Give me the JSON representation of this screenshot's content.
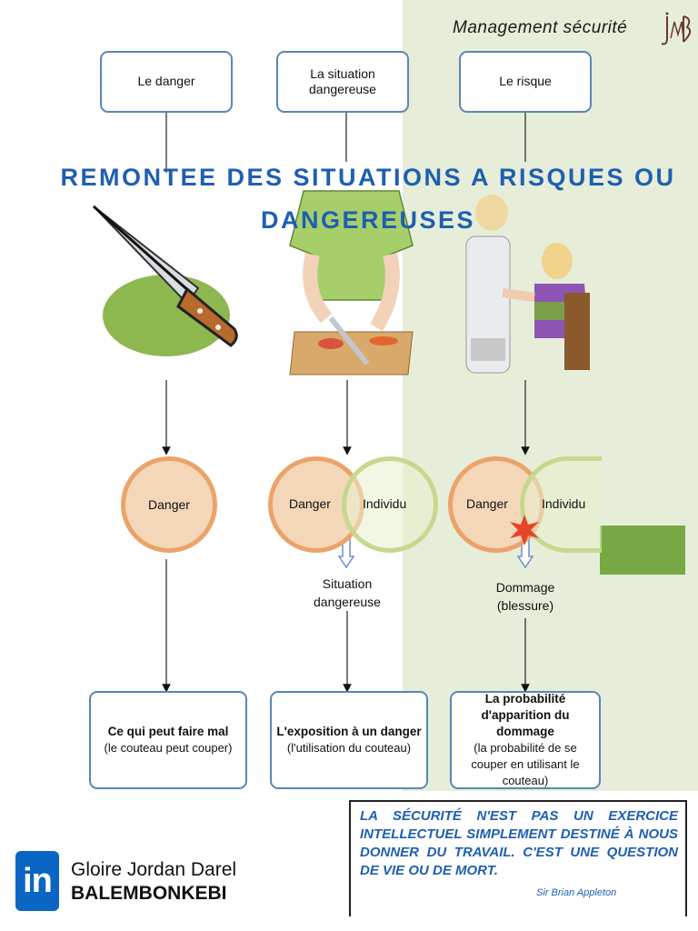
{
  "header": {
    "subtitle": "Management sécurité",
    "logo_text": "JMB"
  },
  "title": "REMONTEE DES SITUATIONS A RISQUES OU DANGEREUSES",
  "top_boxes": [
    "Le danger",
    "La situation dangereuse",
    "Le risque"
  ],
  "circles": {
    "danger": "Danger",
    "individu": "Individu"
  },
  "mid_labels": {
    "col2": [
      "Situation",
      "dangereuse"
    ],
    "col3": [
      "Dommage",
      "(blessure)"
    ]
  },
  "bottom_boxes": [
    {
      "title": "Ce qui peut faire mal",
      "detail": "(le couteau peut couper)"
    },
    {
      "title": "L'exposition à un danger",
      "detail": "(l'utilisation du couteau)"
    },
    {
      "title": "La probabilité d'apparition du dommage",
      "detail": "(la probabilité de se couper en utilisant le couteau)"
    }
  ],
  "quote": {
    "text": "La sécurité n'est pas un exercice intellectuel simplement destiné à nous donner du travail. C'est une question de vie ou de mort.",
    "author": "Sir Brian Appleton"
  },
  "footer": {
    "linkedin": "in",
    "first_names": "Gloire Jordan Darel",
    "last_name": "BALEMBONKEBI"
  },
  "colors": {
    "title": "#1f5fb0",
    "box_border": "#5a86b5",
    "danger_ring": "#eba36a",
    "individu_ring": "#c6d88d",
    "panel": "#e6eed9"
  },
  "illustrations": [
    "knife-icon",
    "person-cutting-icon",
    "person-injured-icon"
  ]
}
